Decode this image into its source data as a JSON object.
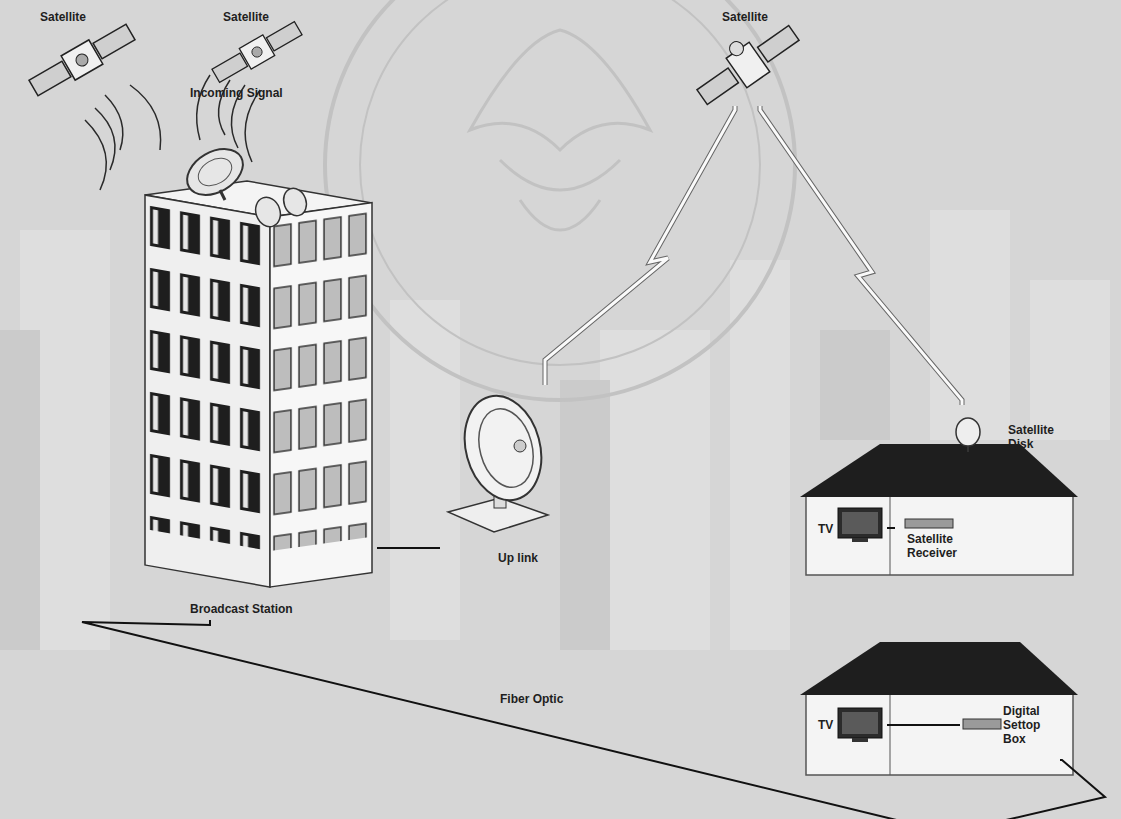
{
  "diagram": {
    "nodes": [
      {
        "text": [
          "Satellite"
        ]
      },
      {
        "text": [
          "Satellite"
        ]
      },
      {
        "text": [
          "Satellite"
        ]
      },
      {
        "text": [
          "Broadcast Station"
        ]
      },
      {
        "text": [
          "Up link"
        ]
      },
      {
        "text": [
          "Satellite Disk"
        ]
      },
      {
        "text": [
          "TV"
        ]
      },
      {
        "text": [
          "Satellite Receiver"
        ]
      },
      {
        "text": [
          "TV"
        ]
      },
      {
        "text": [
          "Digital Settop Box"
        ]
      }
    ],
    "edges": [
      {
        "from": 3,
        "to": 4,
        "arrow": "none"
      },
      {
        "from": 4,
        "to": 2,
        "arrow": "none"
      },
      {
        "from": 2,
        "to": 5,
        "arrow": "none"
      },
      {
        "from": 6,
        "to": 7,
        "arrow": "none"
      },
      {
        "from": 8,
        "to": 9,
        "arrow": "none"
      },
      {
        "from": 3,
        "to": 9,
        "label": "Fiber Optic",
        "arrow": "none"
      }
    ],
    "labels": [
      "Incoming Signal"
    ]
  }
}
